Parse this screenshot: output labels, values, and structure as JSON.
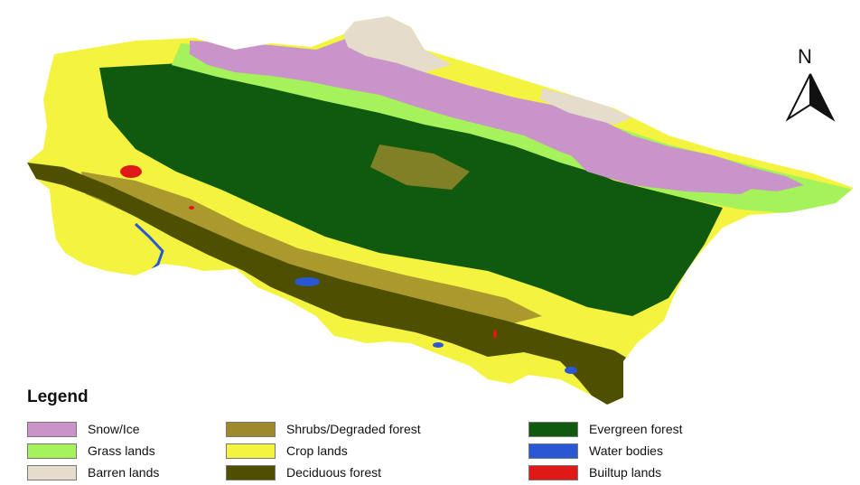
{
  "north_arrow": {
    "label": "N",
    "icon": "north-arrow-icon"
  },
  "legend": {
    "title": "Legend",
    "items": [
      {
        "label": "Snow/Ice",
        "color": "#c994c9"
      },
      {
        "label": "Grass lands",
        "color": "#a6f25a"
      },
      {
        "label": "Barren lands",
        "color": "#e6dccb"
      },
      {
        "label": "Shrubs/Degraded forest",
        "color": "#9c8a2c"
      },
      {
        "label": "Crop lands",
        "color": "#f3f340"
      },
      {
        "label": "Deciduous forest",
        "color": "#4f4f00"
      },
      {
        "label": "Evergreen forest",
        "color": "#0f5a0f"
      },
      {
        "label": "Water bodies",
        "color": "#2a58d4"
      },
      {
        "label": "Builtup lands",
        "color": "#e01818"
      }
    ]
  }
}
